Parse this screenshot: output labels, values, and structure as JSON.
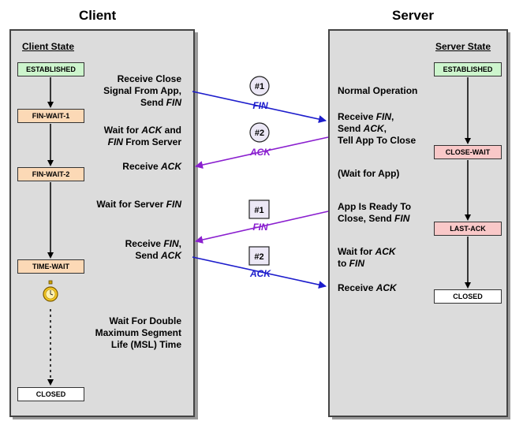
{
  "headings": {
    "client": "Client",
    "server": "Server"
  },
  "client_state_title": "Client State",
  "server_state_title": "Server State",
  "client_states": [
    "ESTABLISHED",
    "FIN-WAIT-1",
    "FIN-WAIT-2",
    "TIME-WAIT",
    "CLOSED"
  ],
  "server_states": [
    "ESTABLISHED",
    "CLOSE-WAIT",
    "LAST-ACK",
    "CLOSED"
  ],
  "client_notes": {
    "n1": [
      "Receive Close",
      "Signal From App,",
      "Send FIN"
    ],
    "n2": [
      "Wait for ACK and",
      "FIN From Server"
    ],
    "n3": "Receive ACK",
    "n4": "Wait for Server FIN",
    "n5": [
      "Receive FIN,",
      "Send ACK"
    ],
    "n6": [
      "Wait For Double",
      "Maximum Segment",
      "Life (MSL) Time"
    ]
  },
  "server_notes": {
    "n1": "Normal Operation",
    "n2": [
      "Receive FIN,",
      "Send ACK,",
      "Tell App To Close"
    ],
    "n3": "(Wait for App)",
    "n4": [
      "App Is Ready To",
      "Close, Send FIN"
    ],
    "n5": [
      "Wait for ACK",
      "to FIN"
    ],
    "n6": "Receive ACK"
  },
  "messages": [
    {
      "badge": "#1",
      "label": "FIN",
      "shape": "circle",
      "color": "#1d1dcc"
    },
    {
      "badge": "#2",
      "label": "ACK",
      "shape": "circle",
      "color": "#8a1fcf"
    },
    {
      "badge": "#1",
      "label": "FIN",
      "shape": "square",
      "color": "#8a1fcf"
    },
    {
      "badge": "#2",
      "label": "ACK",
      "shape": "square",
      "color": "#1d1dcc"
    }
  ],
  "timer_icon": "stopwatch-icon"
}
